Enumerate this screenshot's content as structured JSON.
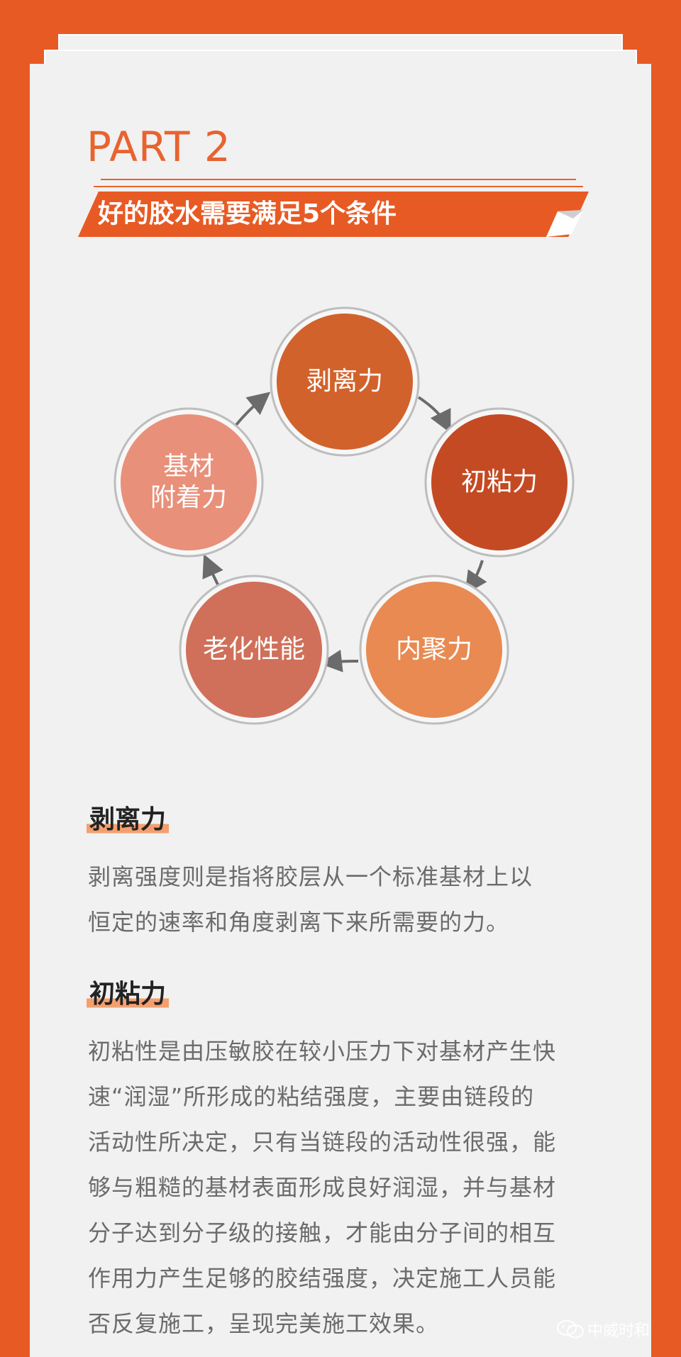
{
  "part_title": "PART 2",
  "banner_title": "好的胶水需要满足5个条件",
  "cycle": {
    "nodes": [
      {
        "label": "剥离力",
        "color": "#d2622b"
      },
      {
        "label": "初粘力",
        "color": "#c44a23"
      },
      {
        "label": "内聚力",
        "color": "#e88a52"
      },
      {
        "label": "老化性能",
        "color": "#d0705a"
      },
      {
        "label": "基材\n附着力",
        "color": "#e8907a"
      }
    ]
  },
  "sections": [
    {
      "heading": "剥离力",
      "lines": [
        "剥离强度则是指将胶层从一个标准基材上以",
        "恒定的速率和角度剥离下来所需要的力。"
      ]
    },
    {
      "heading": "初粘力",
      "lines": [
        "初粘性是由压敏胶在较小压力下对基材产生快",
        "速“润湿”所形成的粘结强度，主要由链段的",
        "活动性所决定，只有当链段的活动性很强，能",
        "够与粗糙的基材表面形成良好润湿，并与基材",
        "分子达到分子级的接触，才能由分子间的相互",
        "作用力产生足够的胶结强度，决定施工人员能",
        "否反复施工，呈现完美施工效果。"
      ]
    }
  ],
  "watermark": "中威时和",
  "colors": {
    "accent": "#e85a24",
    "panel": "#f1f1f1"
  }
}
